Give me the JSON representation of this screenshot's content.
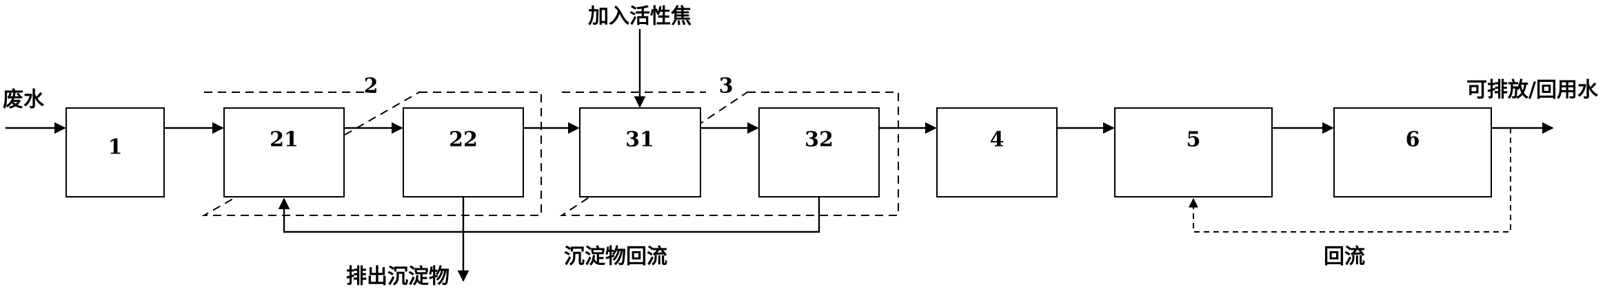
{
  "inputs": {
    "wastewater": "废水",
    "add_activated_coke": "加入活性焦"
  },
  "outputs": {
    "discharge_reuse_water": "可排放/回用水",
    "discharge_sediment": "排出沉淀物"
  },
  "return_labels": {
    "sediment_return": "沉淀物回流",
    "return_flow": "回流"
  },
  "groups": {
    "group_2": "2",
    "group_3": "3"
  },
  "boxes": {
    "b1": "1",
    "b21": "21",
    "b22": "22",
    "b31": "31",
    "b32": "32",
    "b4": "4",
    "b5": "5",
    "b6": "6"
  }
}
